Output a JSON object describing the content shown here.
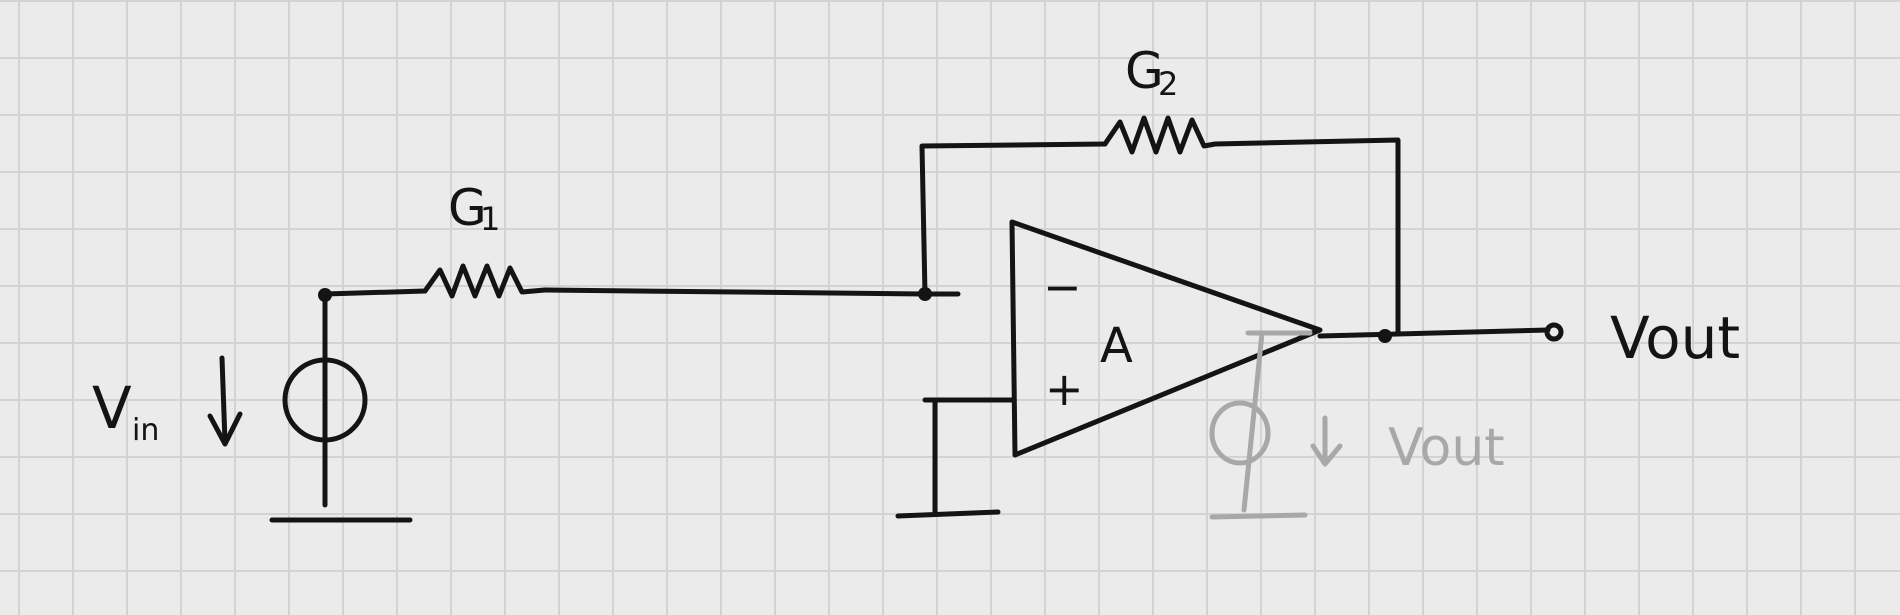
{
  "diagram": {
    "labels": {
      "g1": "G",
      "g1_sub": "1",
      "g2": "G",
      "g2_sub": "2",
      "vin": "V",
      "vin_sub": "in",
      "opamp_gain": "A",
      "minus": "−",
      "plus": "+",
      "vout": "Vout",
      "vout_model": "Vout"
    },
    "colors": {
      "ink": "#141414",
      "faint_ink": "#a8a8a8",
      "grid": "#d3d3d3",
      "paper": "#ebebeb"
    }
  }
}
